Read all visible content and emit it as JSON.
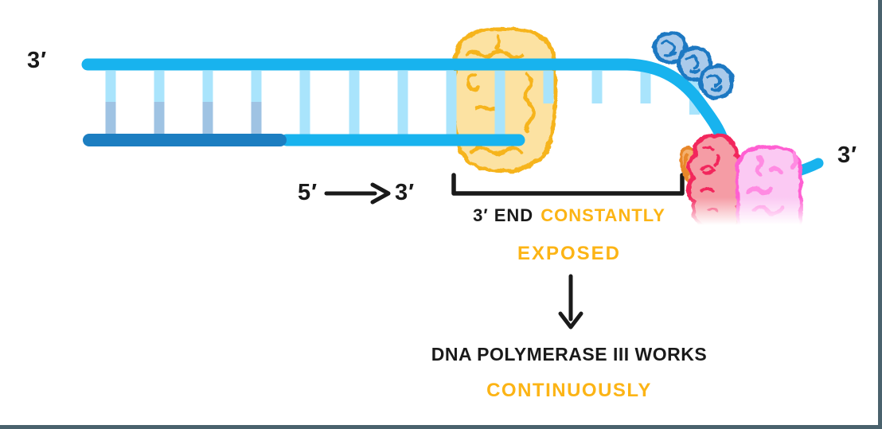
{
  "diagram": {
    "labels": {
      "top_left_end": "3′",
      "direction_from": "5′",
      "direction_to": "3′",
      "right_end": "3′"
    },
    "bracket_caption": {
      "line1_black": "3′ END",
      "line1_yellow": "CONSTANTLY",
      "line2_yellow": "EXPOSED"
    },
    "conclusion": {
      "line1_black": "DNA POLYMERASE III WORKS",
      "line2_yellow": "CONTINUOUSLY"
    },
    "colors": {
      "strand_cyan": "#18B3EE",
      "strand_dark": "#1C7EC1",
      "rung_light": "#A9E4FC",
      "rung_shaded": "#9FC3E3",
      "highlight_fill": "#FCE2A2",
      "highlight_stroke": "#F6B41C",
      "ssb_fill": "#AACAEA",
      "ssb_stroke": "#1D78C2",
      "red_fill": "#F59CA5",
      "red_stroke": "#F2255C",
      "orange_fill": "#F5B06E",
      "orange_stroke": "#E8872B",
      "pink_fill": "#FBC9F3",
      "pink_stroke": "#FF5ED2",
      "pink_detail": "#FF8BE2",
      "ink": "#1A1A1A",
      "accent_yellow": "#FCB415",
      "frame": "#4A626D"
    }
  }
}
